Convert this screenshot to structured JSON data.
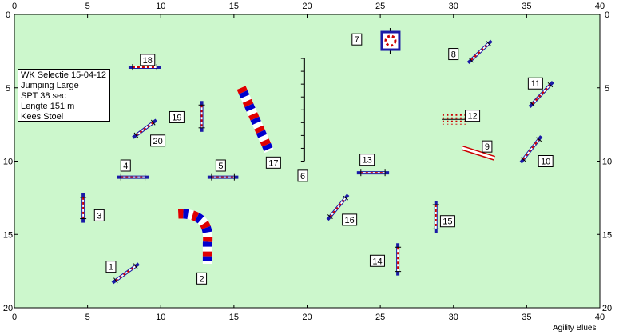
{
  "course": {
    "info_lines": [
      "WK Selectie 15-04-12",
      "Jumping Large",
      "SPT 38 sec",
      "Lengte 151 m",
      "Kees Stoel"
    ],
    "credit": "Agility Blues",
    "axis_ticks": [
      "0",
      "5",
      "10",
      "15",
      "20",
      "25",
      "30",
      "35",
      "40"
    ],
    "y_ticks": [
      "0",
      "5",
      "10",
      "15",
      "20"
    ]
  },
  "obstacles": [
    {
      "num": "1",
      "type": "jump",
      "x1": 6.7,
      "y1": 18.3,
      "x2": 8.5,
      "y2": 17.0
    },
    {
      "num": "2",
      "type": "tunnel-curved"
    },
    {
      "num": "3",
      "type": "jump",
      "x1": 4.7,
      "y1": 12.2,
      "x2": 4.7,
      "y2": 14.2
    },
    {
      "num": "4",
      "type": "jump",
      "x1": 7.0,
      "y1": 11.1,
      "x2": 9.2,
      "y2": 11.1
    },
    {
      "num": "5",
      "type": "jump",
      "x1": 13.2,
      "y1": 11.1,
      "x2": 15.3,
      "y2": 11.1
    },
    {
      "num": "6",
      "type": "dogwalk"
    },
    {
      "num": "7",
      "type": "tire"
    },
    {
      "num": "8",
      "type": "jump",
      "x1": 31.0,
      "y1": 3.3,
      "x2": 32.6,
      "y2": 1.8
    },
    {
      "num": "9",
      "type": "longjump"
    },
    {
      "num": "10",
      "type": "jump",
      "x1": 34.6,
      "y1": 10.1,
      "x2": 36.0,
      "y2": 8.3
    },
    {
      "num": "11",
      "type": "jump",
      "x1": 35.2,
      "y1": 6.3,
      "x2": 36.8,
      "y2": 4.6
    },
    {
      "num": "12",
      "type": "weave"
    },
    {
      "num": "13",
      "type": "jump",
      "x1": 23.4,
      "y1": 10.8,
      "x2": 25.6,
      "y2": 10.8
    },
    {
      "num": "14",
      "type": "jump",
      "x1": 26.2,
      "y1": 15.6,
      "x2": 26.2,
      "y2": 17.8
    },
    {
      "num": "15",
      "type": "jump",
      "x1": 28.8,
      "y1": 12.7,
      "x2": 28.8,
      "y2": 14.9
    },
    {
      "num": "16",
      "type": "jump",
      "x1": 21.4,
      "y1": 14.0,
      "x2": 22.8,
      "y2": 12.3
    },
    {
      "num": "17",
      "type": "tunnel-straight"
    },
    {
      "num": "18",
      "type": "jump",
      "x1": 7.8,
      "y1": 3.6,
      "x2": 10.0,
      "y2": 3.6
    },
    {
      "num": "19",
      "type": "jump",
      "x1": 12.8,
      "y1": 5.9,
      "x2": 12.8,
      "y2": 8.0
    },
    {
      "num": "20",
      "type": "jump",
      "x1": 8.1,
      "y1": 8.4,
      "x2": 9.7,
      "y2": 7.2
    }
  ],
  "colors": {
    "field": "#ccf7cc",
    "pole": "#1a1aa6",
    "bar_red": "#cc0000",
    "tunnel_red": "#e00000",
    "tunnel_blue": "#0000cc"
  }
}
